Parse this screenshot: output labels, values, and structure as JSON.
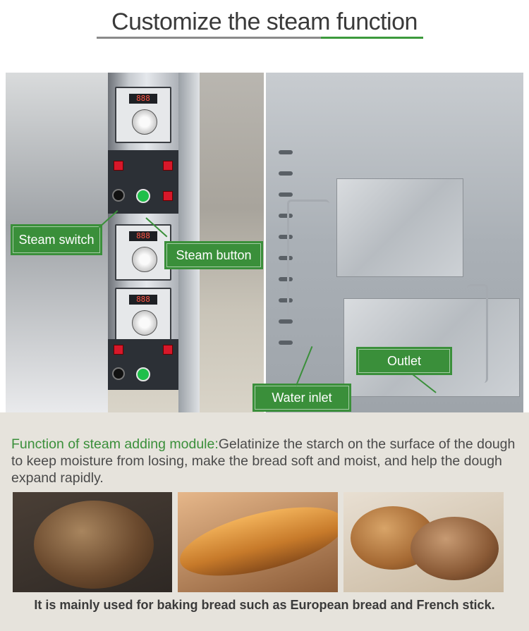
{
  "header": {
    "title": "Customize the steam function"
  },
  "photos": {
    "left": {
      "displays": [
        {
          "digits": "888"
        },
        {
          "digits": "888"
        },
        {
          "digits": "888"
        }
      ],
      "labels": {
        "steam_switch": "Steam switch",
        "steam_button": "Steam button"
      }
    },
    "right": {
      "labels": {
        "water_inlet": "Water inlet",
        "outlet": "Outlet"
      }
    }
  },
  "description": {
    "highlight": "Function of steam adding module:",
    "text": "Gelatinize the starch on the surface of the dough to keep moisture from losing, make the bread soft and moist, and help the dough expand rapidly."
  },
  "footer": {
    "text": "It is mainly used for baking bread such as European bread and French stick."
  },
  "colors": {
    "accent_green": "#3a8f3a",
    "title_text": "#3a3a3a",
    "band": "#e6e3dc"
  }
}
